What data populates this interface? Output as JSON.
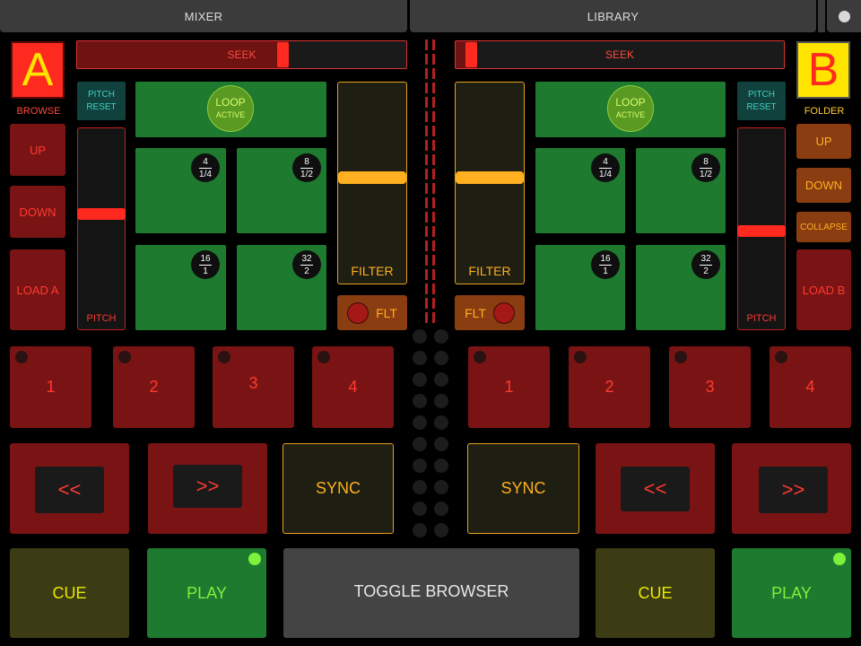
{
  "tabs": {
    "mixer": "MIXER",
    "library": "LIBRARY"
  },
  "deck_a": {
    "letter": "A",
    "section_label": "BROWSE",
    "up": "UP",
    "down": "DOWN",
    "load": "LOAD A",
    "seek_label": "SEEK",
    "seek_position": 0.63,
    "pitch_reset": [
      "PITCH",
      "RESET"
    ],
    "pitch_label": "PITCH",
    "pitch_position": 0.58,
    "loop": {
      "line1": "LOOP",
      "line2": "ACTIVE"
    },
    "loop_sizes": [
      {
        "top": "4",
        "bottom": "1/4"
      },
      {
        "top": "8",
        "bottom": "1/2"
      },
      {
        "top": "16",
        "bottom": "1"
      },
      {
        "top": "32",
        "bottom": "2"
      }
    ],
    "filter_label": "FILTER",
    "filter_position": 0.5,
    "flt_label": "FLT",
    "hotcues": [
      "1",
      "2",
      "3",
      "4"
    ],
    "rewind": "<<",
    "forward": ">>",
    "sync": "SYNC",
    "cue": "CUE",
    "play": "PLAY"
  },
  "deck_b": {
    "letter": "B",
    "section_label": "FOLDER",
    "up": "UP",
    "down": "DOWN",
    "collapse": "COLLAPSE",
    "load": "LOAD B",
    "seek_label": "SEEK",
    "seek_position": 0.03,
    "pitch_reset": [
      "PITCH",
      "RESET"
    ],
    "pitch_label": "PITCH",
    "pitch_position": 0.49,
    "loop": {
      "line1": "LOOP",
      "line2": "ACTIVE"
    },
    "loop_sizes": [
      {
        "top": "4",
        "bottom": "1/4"
      },
      {
        "top": "8",
        "bottom": "1/2"
      },
      {
        "top": "16",
        "bottom": "1"
      },
      {
        "top": "32",
        "bottom": "2"
      }
    ],
    "filter_label": "FILTER",
    "filter_position": 0.5,
    "flt_label": "FLT",
    "hotcues": [
      "1",
      "2",
      "3",
      "4"
    ],
    "rewind": "<<",
    "forward": ">>",
    "sync": "SYNC",
    "cue": "CUE",
    "play": "PLAY"
  },
  "toggle_browser": "TOGGLE BROWSER",
  "colors": {
    "deck_a_accent": "#ff2a1f",
    "deck_b_accent": "#ffe400",
    "play_led": "#7cf23a"
  }
}
